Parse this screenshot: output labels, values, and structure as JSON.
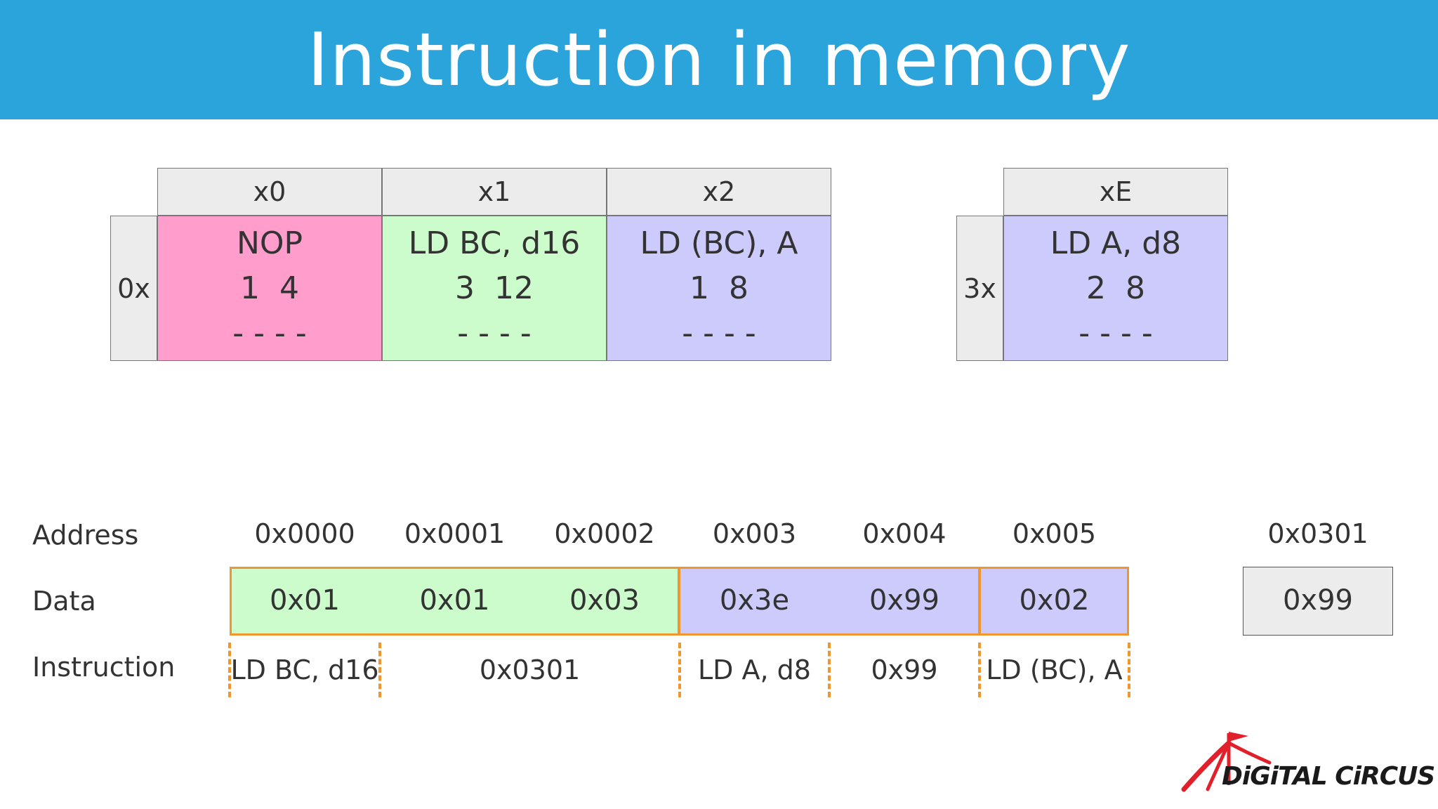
{
  "title": "Instruction in memory",
  "opcode_table_main": {
    "columns": [
      "x0",
      "x1",
      "x2"
    ],
    "row_label": "0x",
    "cells": [
      {
        "mnemonic": "NOP",
        "timing": "1  4",
        "flags": "- - - -",
        "color": "#ff9dcc"
      },
      {
        "mnemonic": "LD BC, d16",
        "timing": "3  12",
        "flags": "- - - -",
        "color": "#ccfccc"
      },
      {
        "mnemonic": "LD (BC), A",
        "timing": "1  8",
        "flags": "- - - -",
        "color": "#cccbfc"
      }
    ]
  },
  "opcode_table_side": {
    "columns": [
      "xE"
    ],
    "row_label": "3x",
    "cells": [
      {
        "mnemonic": "LD A, d8",
        "timing": "2  8",
        "flags": "- - - -",
        "color": "#cccbfc"
      }
    ]
  },
  "memory": {
    "labels": {
      "address": "Address",
      "data": "Data",
      "instruction": "Instruction"
    },
    "addresses": [
      "0x0000",
      "0x0001",
      "0x0002",
      "0x003",
      "0x004",
      "0x005"
    ],
    "data": [
      "0x01",
      "0x01",
      "0x03",
      "0x3e",
      "0x99",
      "0x02"
    ],
    "groups": [
      {
        "color": "#ccfccc"
      },
      {
        "color": "#cccbfc"
      },
      {
        "color": "#cccbfc"
      }
    ],
    "instructions": [
      "LD BC, d16",
      "0x0301",
      "LD A, d8",
      "0x99",
      "LD (BC), A"
    ],
    "extra": {
      "address": "0x0301",
      "data": "0x99",
      "color": "#ececec"
    }
  },
  "logo": {
    "text": "DiGiTAL CiRCUS",
    "color": "#e0202a"
  }
}
